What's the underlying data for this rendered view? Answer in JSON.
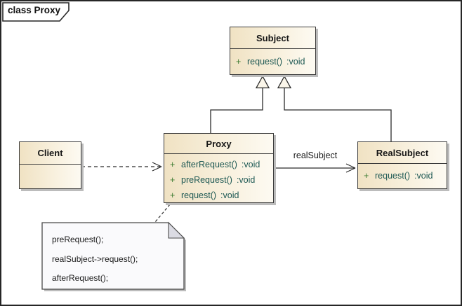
{
  "frame": {
    "label": "class Proxy"
  },
  "classes": {
    "subject": {
      "name": "Subject",
      "methods": [
        {
          "vis": "+",
          "name": "request()",
          "type": ":void"
        }
      ]
    },
    "proxy": {
      "name": "Proxy",
      "methods": [
        {
          "vis": "+",
          "name": "afterRequest()",
          "type": ":void"
        },
        {
          "vis": "+",
          "name": "preRequest()",
          "type": ":void"
        },
        {
          "vis": "+",
          "name": "request()",
          "type": ":void"
        }
      ]
    },
    "client": {
      "name": "Client",
      "methods": []
    },
    "realsubject": {
      "name": "RealSubject",
      "methods": [
        {
          "vis": "+",
          "name": "request()",
          "type": ":void"
        }
      ]
    }
  },
  "connectors": {
    "association": {
      "label": "realSubject",
      "from": "Proxy",
      "to": "RealSubject",
      "style": "solid-open-arrow"
    },
    "dependency": {
      "from": "Client",
      "to": "Proxy",
      "style": "dashed-open-arrow"
    },
    "generalization_proxy": {
      "from": "Proxy",
      "to": "Subject",
      "style": "solid-hollow-triangle"
    },
    "generalization_realsubject": {
      "from": "RealSubject",
      "to": "Subject",
      "style": "solid-hollow-triangle"
    }
  },
  "note": {
    "lines": [
      "preRequest();",
      "realSubject->request();",
      "afterRequest();"
    ]
  },
  "colors": {
    "box_fill_dark": "#f0e2c3",
    "box_fill_light": "#fdfaf2",
    "box_border": "#3a3a3a",
    "method_visibility": "#3e7d33",
    "method_text": "#1d5853",
    "line": "#2b2b2b",
    "note_fill": "#fafafc",
    "note_fold": "#dbdbe3",
    "shadow": "#bcbcbc"
  }
}
